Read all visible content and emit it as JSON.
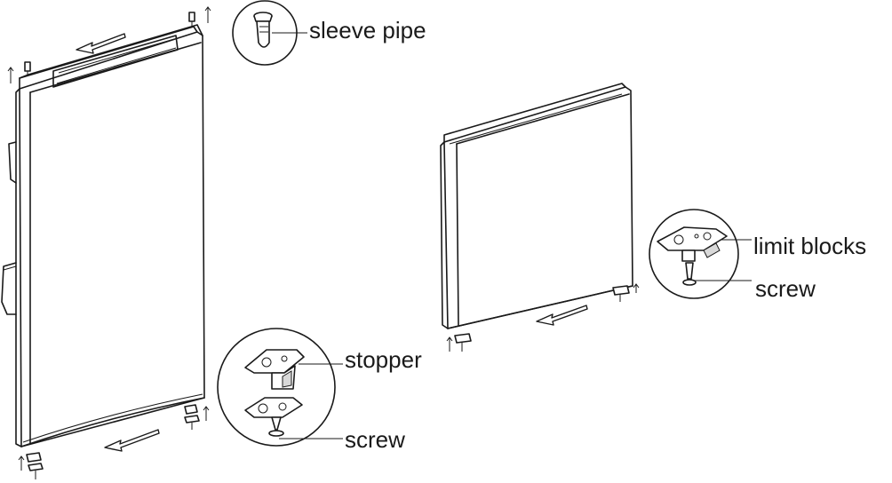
{
  "labels": {
    "sleeve_pipe": "sleeve pipe",
    "stopper": "stopper",
    "screw_left": "screw",
    "limit_blocks": "limit blocks",
    "screw_right": "screw"
  },
  "colors": {
    "line": "#1a1a1a",
    "background": "#ffffff"
  }
}
